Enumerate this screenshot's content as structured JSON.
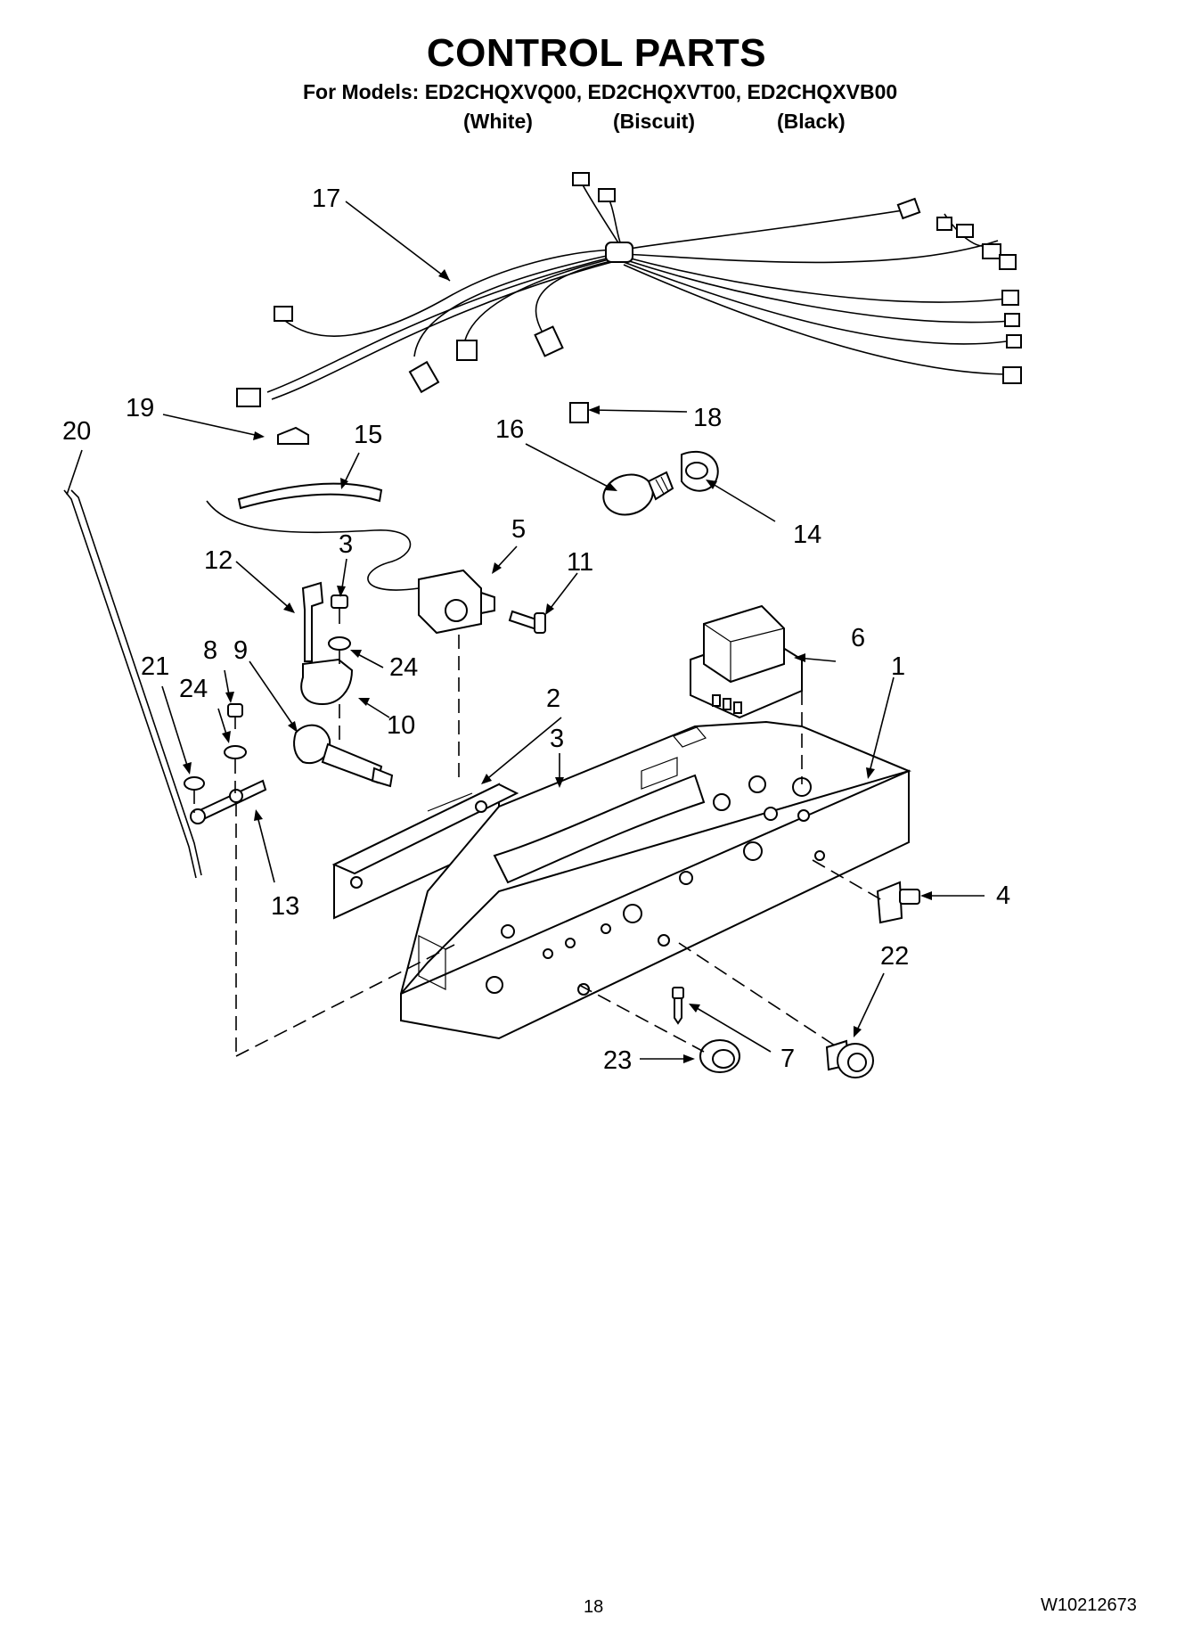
{
  "header": {
    "title": "CONTROL PARTS",
    "models_line": "For Models: ED2CHQXVQ00, ED2CHQXVT00, ED2CHQXVB00",
    "colors": [
      "(White)",
      "(Biscuit)",
      "(Black)"
    ]
  },
  "callouts": {
    "c1": "1",
    "c2": "2",
    "c3a": "3",
    "c3b": "3",
    "c4": "4",
    "c5": "5",
    "c6": "6",
    "c7": "7",
    "c8": "8",
    "c9": "9",
    "c10": "10",
    "c11": "11",
    "c12": "12",
    "c13": "13",
    "c14": "14",
    "c15": "15",
    "c16": "16",
    "c17": "17",
    "c18": "18",
    "c19": "19",
    "c20": "20",
    "c21": "21",
    "c22": "22",
    "c23": "23",
    "c24a": "24",
    "c24b": "24"
  },
  "footer": {
    "page_number": "18",
    "document_number": "W10212673"
  }
}
